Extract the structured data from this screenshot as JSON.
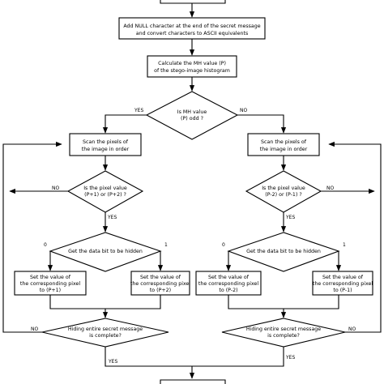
{
  "steps": {
    "add_null": [
      "Add NULL character at the end of the secret message",
      "and convert characters to ASCII equivalents"
    ],
    "calc_mh": [
      "Calculate the MH value (P)",
      "of the stego-image histogram"
    ],
    "scan_left": [
      "Scan the pixels of",
      "the image in order"
    ],
    "scan_right": [
      "Scan the pixels of",
      "the image in order"
    ],
    "set_p_plus_1": [
      "Set the value of",
      "the corresponding pixel",
      "to (P+1)"
    ],
    "set_p_plus_2": [
      "Set the value of",
      "the corresponding pixel",
      "to (P+2)"
    ],
    "set_p_minus_2": [
      "Set the value of",
      "the corresponding pixel",
      "to (P-2)"
    ],
    "set_p_minus_1": [
      "Set the value of",
      "the corresponding pixel",
      "to (P-1)"
    ]
  },
  "decisions": {
    "mh_odd": [
      "Is MH value",
      "(P) odd ?"
    ],
    "pixel_left": [
      "Is the pixel value",
      "(P+1) or (P+2) ?"
    ],
    "pixel_right": [
      "Is the pixel value",
      "(P-2) or (P-1) ?"
    ],
    "bit_left": [
      "Get the data bit to be hidden"
    ],
    "bit_right": [
      "Get the data bit to be hidden"
    ],
    "complete_left": [
      "Hiding entire secret message",
      "is complete?"
    ],
    "complete_right": [
      "Hiding entire secret message",
      "is complete?"
    ]
  },
  "edge_labels": {
    "yes": "YES",
    "no": "NO",
    "zero": "0",
    "one": "1"
  }
}
